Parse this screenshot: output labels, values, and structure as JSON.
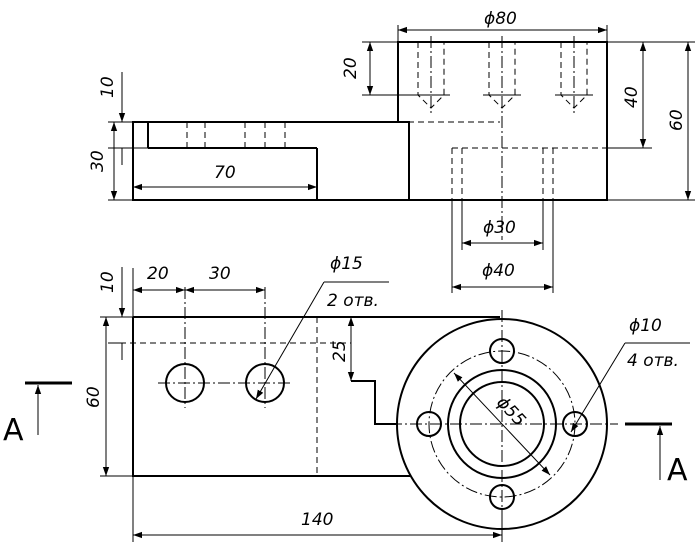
{
  "front_view": {
    "dim_phi80": "ϕ80",
    "dim_20": "20",
    "dim_40": "40",
    "dim_60": "60",
    "dim_10": "10",
    "dim_30": "30",
    "dim_70": "70",
    "dim_phi30": "ϕ30",
    "dim_phi40": "ϕ40"
  },
  "top_view": {
    "dim_20": "20",
    "dim_30": "30",
    "dim_10": "10",
    "dim_60": "60",
    "dim_25": "25",
    "dim_140": "140",
    "dim_phi15": "ϕ15",
    "note_2_holes": "2 отв.",
    "dim_phi10": "ϕ10",
    "note_4_holes": "4 отв.",
    "dim_r55": "ϕ55"
  },
  "section_marks": {
    "left": "A",
    "right": "A"
  }
}
